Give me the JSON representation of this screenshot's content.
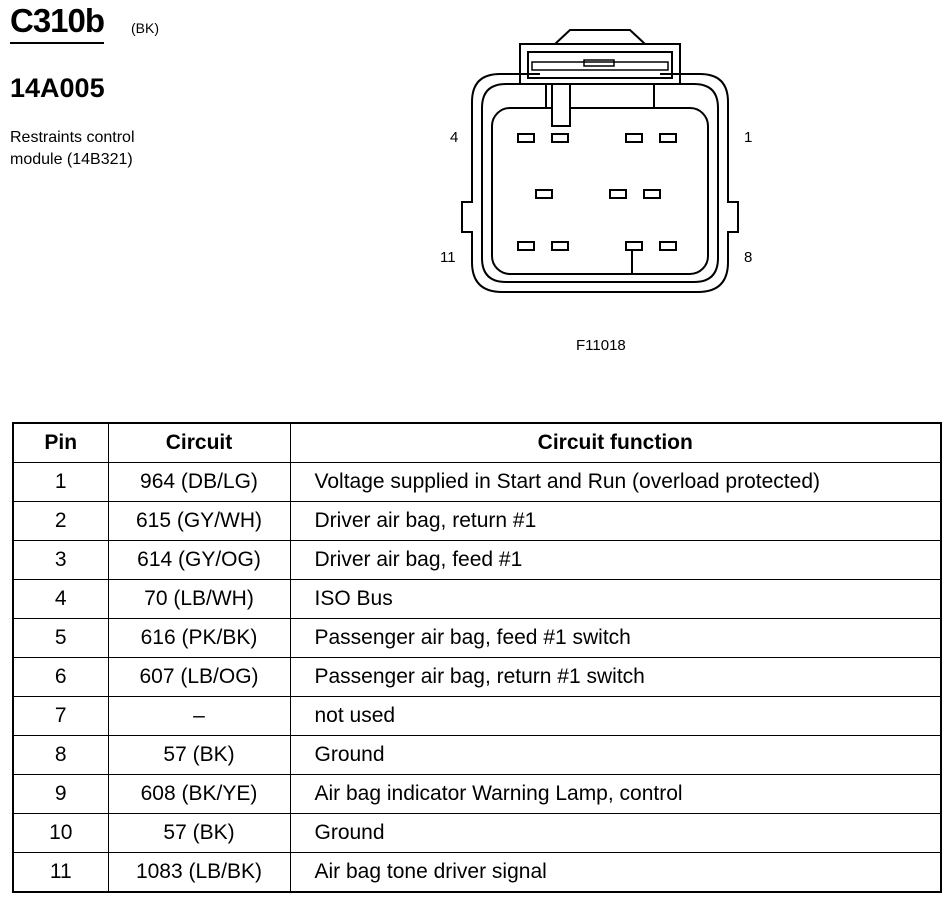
{
  "header": {
    "connector_id": "C310b",
    "connector_color": "(BK)",
    "part_number": "14A005",
    "description_line1": "Restraints control",
    "description_line2": "module (14B321)"
  },
  "diagram": {
    "pin_labels": {
      "top_left": "4",
      "top_right": "1",
      "bottom_left": "11",
      "bottom_right": "8"
    },
    "figure_id": "F11018"
  },
  "table": {
    "headers": {
      "pin": "Pin",
      "circuit": "Circuit",
      "function": "Circuit function"
    },
    "rows": [
      {
        "pin": "1",
        "circuit": "964 (DB/LG)",
        "function": "Voltage supplied in Start and Run (overload protected)"
      },
      {
        "pin": "2",
        "circuit": "615 (GY/WH)",
        "function": "Driver air bag, return #1"
      },
      {
        "pin": "3",
        "circuit": "614 (GY/OG)",
        "function": "Driver air bag, feed #1"
      },
      {
        "pin": "4",
        "circuit": "70 (LB/WH)",
        "function": "ISO Bus"
      },
      {
        "pin": "5",
        "circuit": "616 (PK/BK)",
        "function": "Passenger air bag, feed #1 switch"
      },
      {
        "pin": "6",
        "circuit": "607 (LB/OG)",
        "function": "Passenger air bag, return #1 switch"
      },
      {
        "pin": "7",
        "circuit": "–",
        "function": "not used"
      },
      {
        "pin": "8",
        "circuit": "57 (BK)",
        "function": "Ground"
      },
      {
        "pin": "9",
        "circuit": "608 (BK/YE)",
        "function": "Air bag indicator Warning Lamp, control"
      },
      {
        "pin": "10",
        "circuit": "57 (BK)",
        "function": "Ground"
      },
      {
        "pin": "11",
        "circuit": "1083 (LB/BK)",
        "function": "Air bag tone driver signal"
      }
    ]
  }
}
